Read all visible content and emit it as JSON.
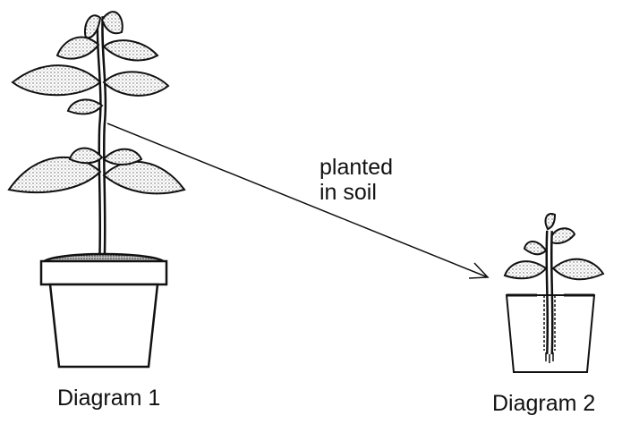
{
  "diagram": {
    "arrow_label_line1": "planted",
    "arrow_label_line2": "in soil",
    "caption_1": "Diagram 1",
    "caption_2": "Diagram 2"
  },
  "colors": {
    "ink": "#111111",
    "leaf_fill": "#d9d9d9",
    "soil": "#8a8a8a",
    "background": "#ffffff"
  }
}
